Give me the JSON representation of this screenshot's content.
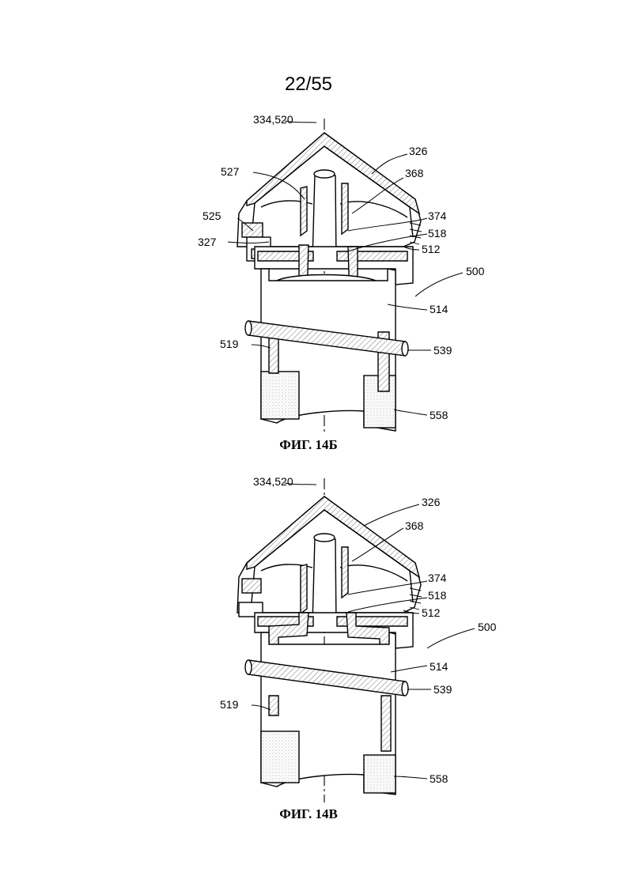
{
  "page_number": "22/55",
  "figures": [
    {
      "caption": "ФИГ. 14Б",
      "labels": {
        "axis": "334,520",
        "l326": "326",
        "l527": "527",
        "l368": "368",
        "l525": "525",
        "l374": "374",
        "l518": "518",
        "l327": "327",
        "l512": "512",
        "l500": "500",
        "l514": "514",
        "l519": "519",
        "l539": "539",
        "l558": "558"
      }
    },
    {
      "caption": "ФИГ. 14В",
      "labels": {
        "axis": "334,520",
        "l326": "326",
        "l368": "368",
        "l374": "374",
        "l518": "518",
        "l512": "512",
        "l500": "500",
        "l514": "514",
        "l539": "539",
        "l519": "519",
        "l558": "558"
      }
    }
  ]
}
